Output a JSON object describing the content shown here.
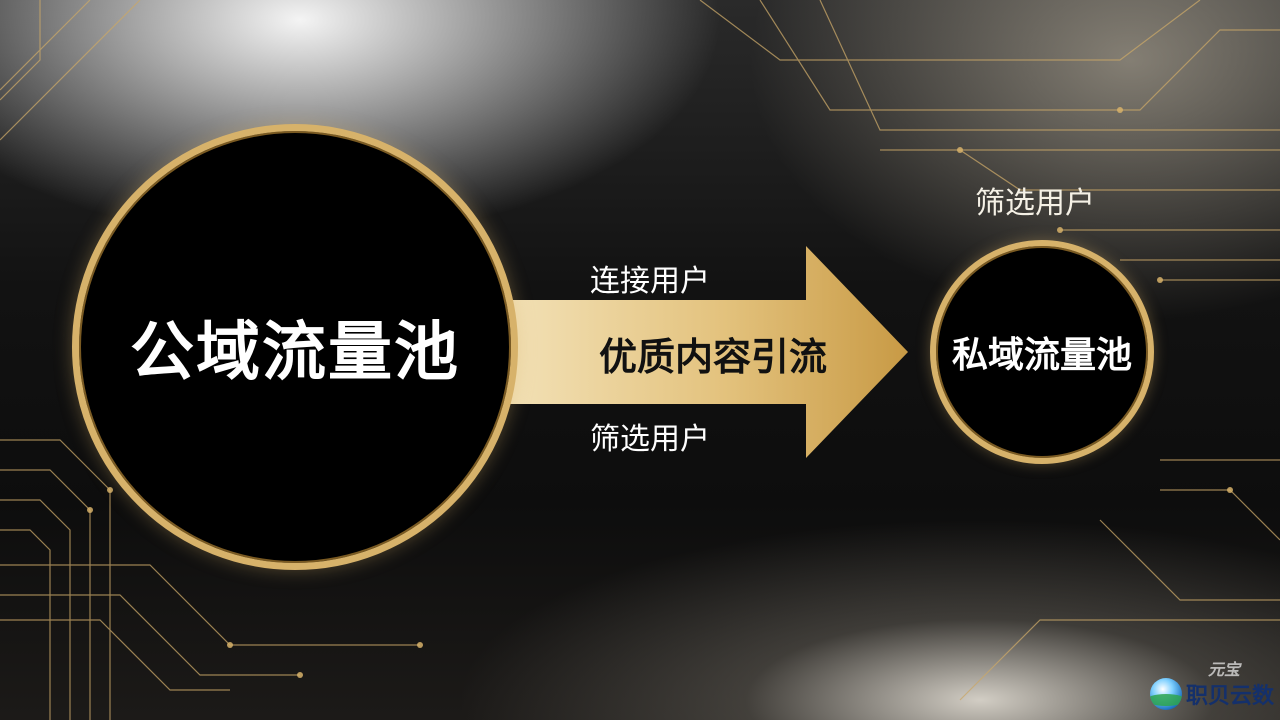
{
  "diagram": {
    "source_pool": "公域流量池",
    "target_pool": "私域流量池",
    "arrow_label": "优质内容引流",
    "above_arrow": "连接用户",
    "below_arrow": "筛选用户",
    "above_target": "筛选用户"
  },
  "branding": {
    "watermark": "元宝",
    "logo_text": "职贝云数"
  },
  "colors": {
    "gold": "#d7b26a",
    "circle_fill": "#000000",
    "text": "#ffffff"
  }
}
